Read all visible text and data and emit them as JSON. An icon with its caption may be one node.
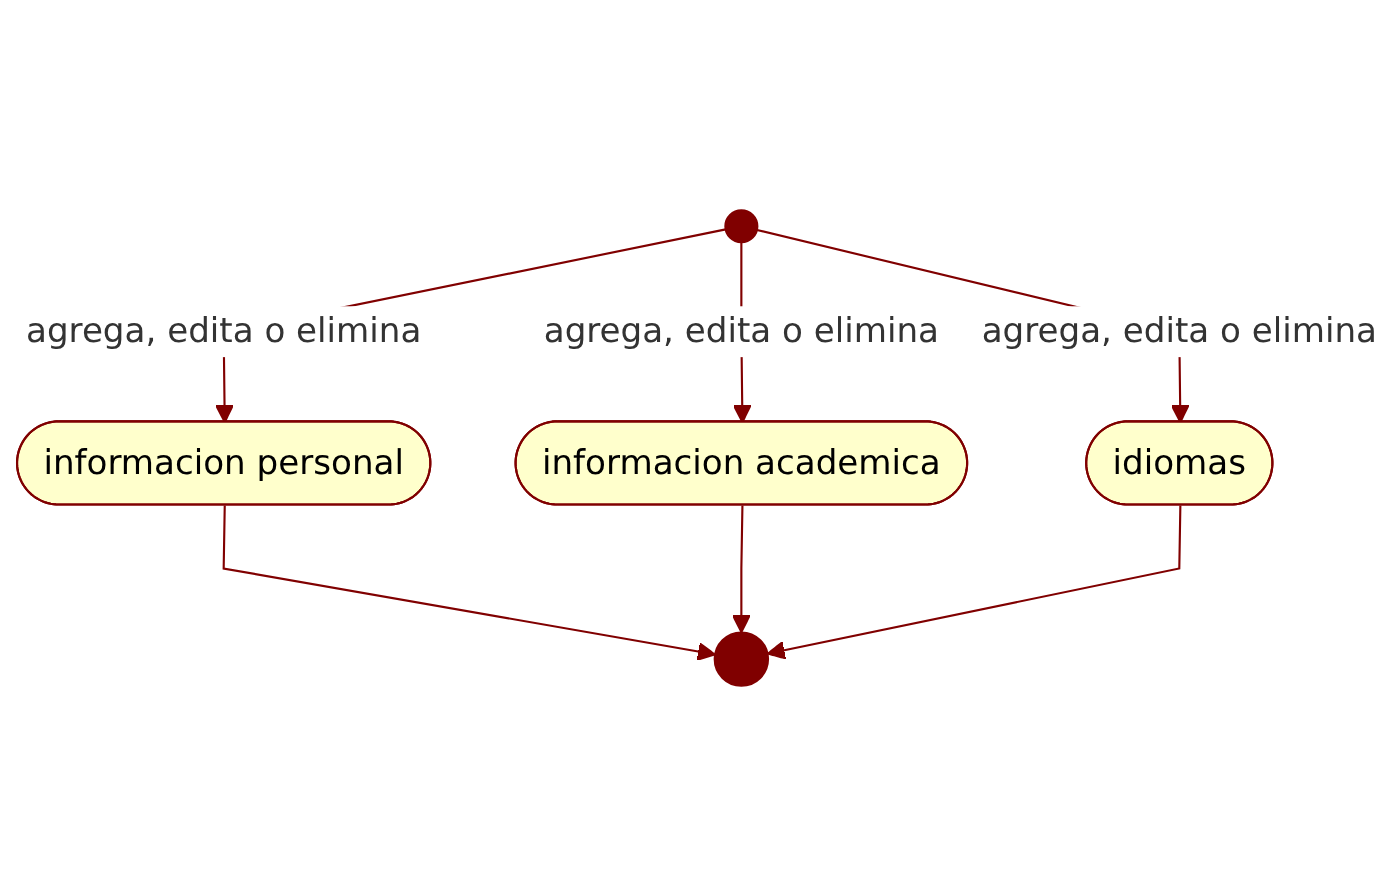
{
  "diagram": {
    "nodes": [
      {
        "text": [],
        "shape": "circle"
      },
      {
        "text": [
          "informacion personal"
        ]
      },
      {
        "text": [
          "informacion academica"
        ]
      },
      {
        "text": [
          "idiomas"
        ]
      },
      {
        "text": [],
        "shape": "bullseye"
      }
    ],
    "edges": [
      {
        "from": 0,
        "to": 1,
        "arrow": "to",
        "label": "agrega, edita o elimina"
      },
      {
        "from": 0,
        "to": 2,
        "arrow": "to",
        "label": "agrega, edita o elimina"
      },
      {
        "from": 0,
        "to": 3,
        "arrow": "to",
        "label": "agrega, edita o elimina"
      },
      {
        "from": 1,
        "to": 4,
        "arrow": "to"
      },
      {
        "from": 2,
        "to": 4,
        "arrow": "to"
      },
      {
        "from": 3,
        "to": 4,
        "arrow": "to"
      }
    ]
  }
}
